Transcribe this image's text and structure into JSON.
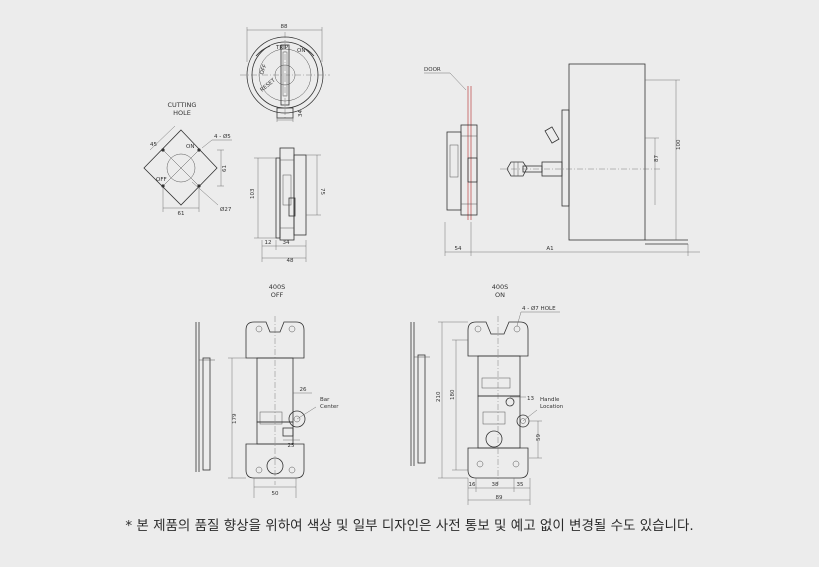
{
  "labels": {
    "cutting_hole": [
      "CUTTING",
      "HOLE"
    ],
    "cutting_hole_dim_45": "45",
    "cutting_hole_dim_4hole": "4 - Ø5",
    "cutting_hole_dim_61v": "61",
    "cutting_hole_dim_61h": "61",
    "cutting_hole_dim_27": "Ø27",
    "cutting_hole_on": "ON",
    "cutting_hole_off": "OFF",
    "front_dim_88": "88",
    "front_dial_text": [
      "OFF",
      "ON",
      "TRIP",
      "RESET"
    ],
    "front_dim_34": "34",
    "side_dim_103": "103",
    "side_dim_75": "75",
    "side_dim_12": "12",
    "side_dim_34": "34",
    "side_dim_48": "48",
    "door_label": "DOOR",
    "door_dim_54": "54",
    "door_dim_a": "A1",
    "door_dim_87": "87",
    "door_dim_100": "100",
    "off_title": [
      "400S",
      "OFF"
    ],
    "off_dim_26": "26",
    "off_dim_179": "179",
    "off_dim_25": "25",
    "off_dim_50": "50",
    "off_bar_center": [
      "Bar",
      "Center"
    ],
    "on_title": [
      "400S",
      "ON"
    ],
    "on_hole_label": "4 - Ø7 HOLE",
    "on_dim_210": "210",
    "on_dim_180": "180",
    "on_dim_13": "13",
    "on_dim_59": "59",
    "on_dim_16": "16",
    "on_dim_38": "38",
    "on_dim_35": "35",
    "on_dim_89": "89",
    "on_handle_location": [
      "Handle",
      "Location"
    ]
  },
  "notice": "* 본 제품의 품질 향상을 위하여 색상 및 일부 디자인은 사전 통보 및 예고 없이 변경될 수도 있습니다."
}
